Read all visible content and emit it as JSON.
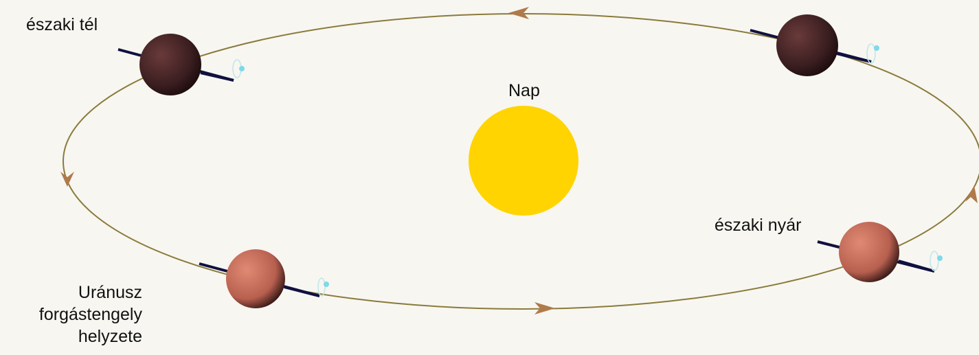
{
  "labels": {
    "northern_winter": "északi tél",
    "sun": "Nap",
    "northern_summer": "északi nyár"
  },
  "caption": {
    "line1": "Uránusz",
    "line2": "forgástengely",
    "line3": "helyzete"
  },
  "colors": {
    "background": "#f7f6f1",
    "orbit": "#8a7a3a",
    "arrow": "#b07a4a",
    "sun": "#ffd400",
    "planet_dark": "#3a1e20",
    "planet_light": "#c2675a",
    "axis": "#101040",
    "pole_mark": "#7fd9e8"
  }
}
